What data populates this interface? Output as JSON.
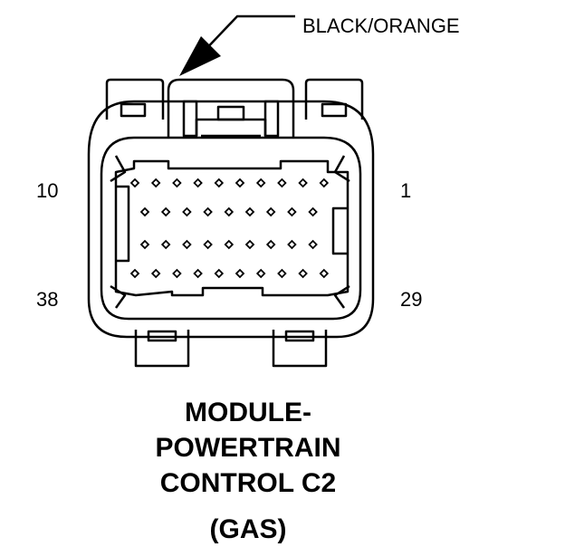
{
  "callout": {
    "wire_color": "BLACK/ORANGE"
  },
  "pins": {
    "top_left": "10",
    "top_right": "1",
    "bottom_left": "38",
    "bottom_right": "29"
  },
  "title": {
    "line1": "MODULE-",
    "line2": "POWERTRAIN",
    "line3": "CONTROL C2",
    "line4": "(GAS)"
  },
  "pin_rows": [
    10,
    9,
    9,
    10
  ]
}
